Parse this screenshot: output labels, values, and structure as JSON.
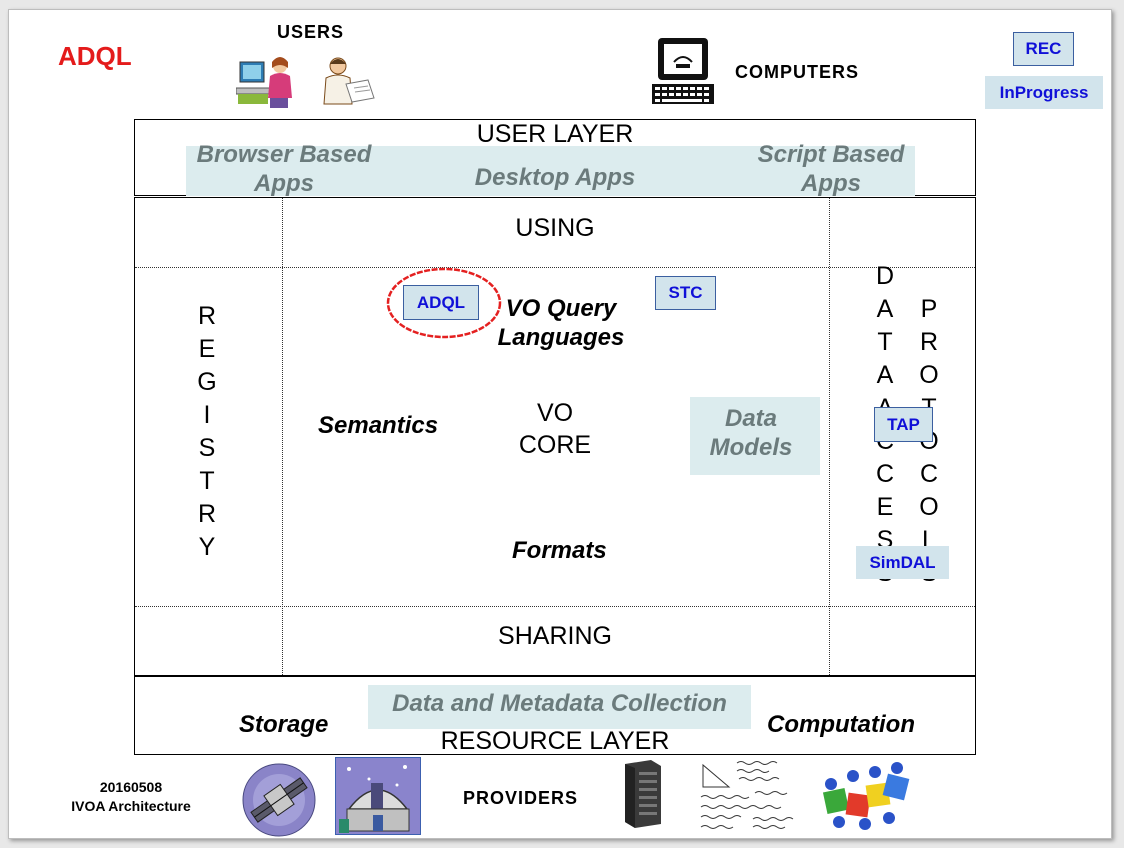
{
  "title": "ADQL",
  "header": {
    "users_label": "USERS",
    "computers_label": "COMPUTERS"
  },
  "status": {
    "rec": "REC",
    "inprogress": "InProgress"
  },
  "user_layer": {
    "title": "USER LAYER",
    "browser_apps": "Browser Based Apps",
    "desktop_apps": "Desktop Apps",
    "script_apps": "Script Based Apps"
  },
  "core": {
    "using": "USING",
    "sharing": "SHARING",
    "registry_letters": [
      "R",
      "E",
      "G",
      "I",
      "S",
      "T",
      "R",
      "Y"
    ],
    "data_access_letters": [
      "D",
      "A",
      "T",
      "A",
      "A",
      "C",
      "C",
      "E",
      "S",
      "S"
    ],
    "protocols_letters": [
      "P",
      "R",
      "O",
      "T",
      "O",
      "C",
      "O",
      "L",
      "S"
    ],
    "vo_query_languages": "VO Query Languages",
    "semantics": "Semantics",
    "vo_core_line1": "VO",
    "vo_core_line2": "CORE",
    "data_models": "Data Models",
    "formats": "Formats"
  },
  "tags": {
    "adql": "ADQL",
    "stc": "STC",
    "tap": "TAP",
    "simdal": "SimDAL"
  },
  "resource_layer": {
    "title": "RESOURCE LAYER",
    "storage": "Storage",
    "collection": "Data and Metadata Collection",
    "computation": "Computation"
  },
  "footer": {
    "date": "20160508",
    "subtitle": "IVOA Architecture",
    "providers_label": "PROVIDERS"
  },
  "colors": {
    "title_red": "#e41b1b",
    "tag_blue": "#1010d8",
    "tag_bg": "#d2e4ec",
    "band_bg": "#dcecee",
    "highlight_ring": "#e42020"
  }
}
